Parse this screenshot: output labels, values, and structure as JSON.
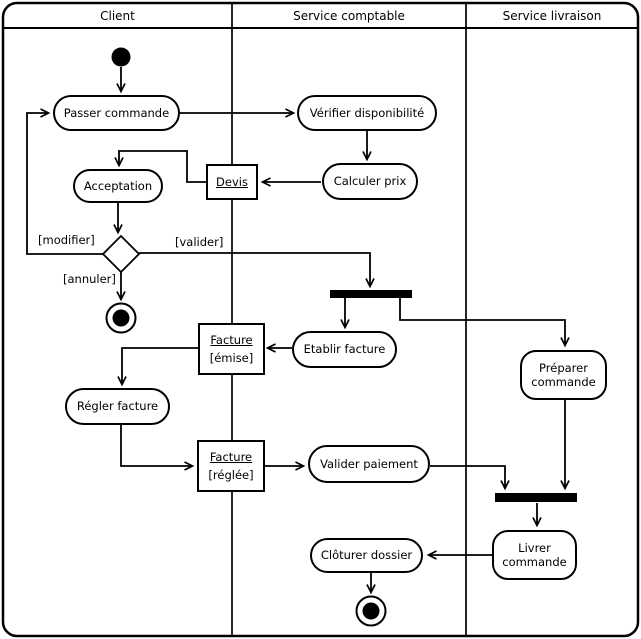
{
  "lanes": [
    {
      "label": "Client"
    },
    {
      "label": "Service comptable"
    },
    {
      "label": "Service livraison"
    }
  ],
  "actions": {
    "passer_commande": "Passer commande",
    "verifier_disponibilite": "Vérifier disponibilité",
    "calculer_prix": "Calculer prix",
    "acceptation": "Acceptation",
    "etablir_facture": "Etablir facture",
    "regler_facture": "Régler facture",
    "valider_paiement": "Valider paiement",
    "preparer_commande": "Préparer commande",
    "livrer_commande": "Livrer commande",
    "cloturer_dossier": "Clôturer dossier"
  },
  "objects": {
    "devis": {
      "title": "Devis"
    },
    "facture_emise": {
      "title": "Facture",
      "state": "[émise]"
    },
    "facture_reglee": {
      "title": "Facture",
      "state": "[réglée]"
    }
  },
  "guards": {
    "modifier": "[modifier]",
    "valider": "[valider]",
    "annuler": "[annuler]"
  },
  "colors": {
    "line": "#000000",
    "fill": "#ffffff"
  }
}
